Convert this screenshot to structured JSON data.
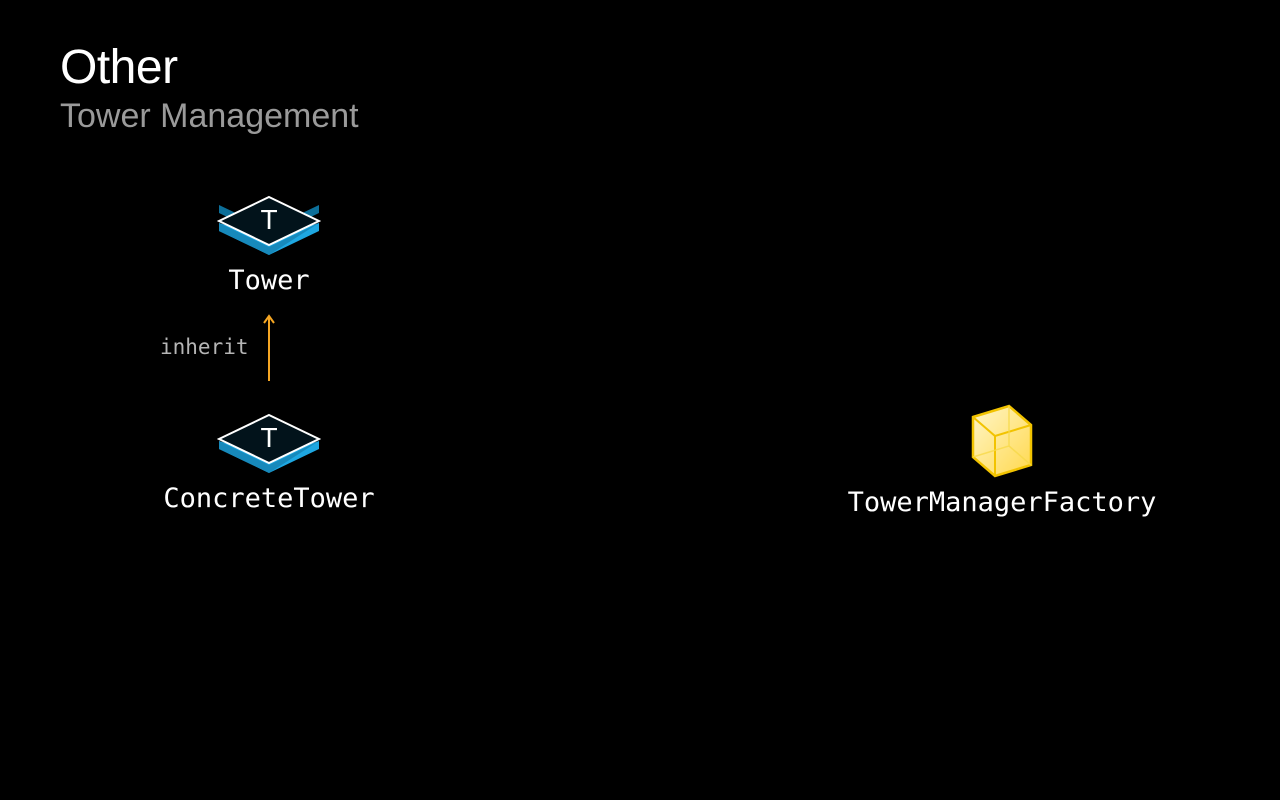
{
  "header": {
    "title": "Other",
    "subtitle": "Tower Management"
  },
  "nodes": {
    "tower": {
      "label": "Tower",
      "kind": "type",
      "icon": "type-icon",
      "glyph": "T"
    },
    "concrete_tower": {
      "label": "ConcreteTower",
      "kind": "type",
      "icon": "type-icon",
      "glyph": "T"
    },
    "tower_manager_factory": {
      "label": "TowerManagerFactory",
      "kind": "class",
      "icon": "cube-icon"
    }
  },
  "edges": [
    {
      "from": "concrete_tower",
      "to": "tower",
      "label": "inherit"
    }
  ],
  "colors": {
    "background": "#000000",
    "type_icon_blue": "#1ea7e1",
    "arrow_orange": "#f5a623",
    "cube_yellow": "#ffd84d",
    "subtitle_gray": "#9a9a9a"
  }
}
